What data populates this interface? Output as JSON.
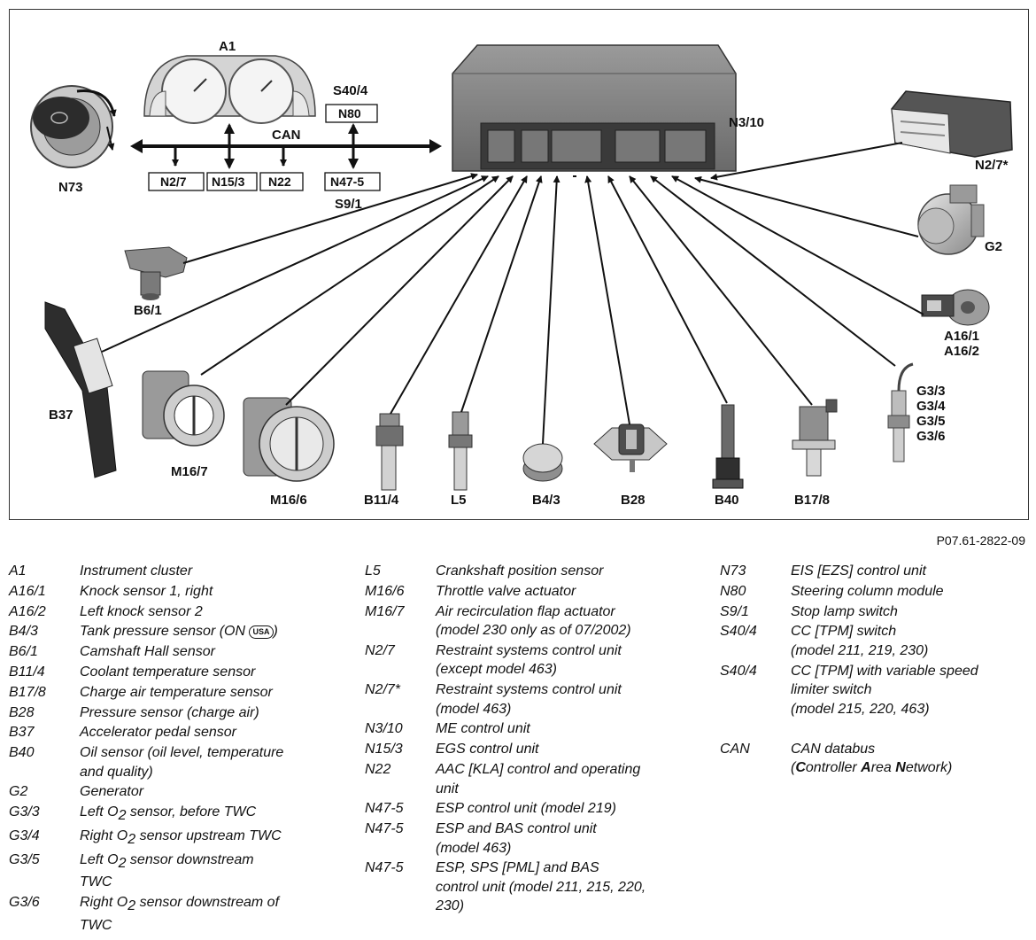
{
  "figure_ref": "P07.61-2822-09",
  "diagram": {
    "can_label": "CAN",
    "labels": {
      "A1": "A1",
      "N73": "N73",
      "S40_4": "S40/4",
      "S9_1": "S9/1",
      "N3_10": "N3/10",
      "N2_7_star": "N2/7*",
      "G2": "G2",
      "B6_1": "B6/1",
      "A16_1": "A16/1",
      "A16_2": "A16/2",
      "B37": "B37",
      "M16_7": "M16/7",
      "M16_6": "M16/6",
      "B11_4": "B11/4",
      "L5": "L5",
      "B4_3": "B4/3",
      "B28": "B28",
      "B40": "B40",
      "B17_8": "B17/8",
      "G3_3": "G3/3",
      "G3_4": "G3/4",
      "G3_5": "G3/5",
      "G3_6": "G3/6"
    },
    "boxes": {
      "N80": "N80",
      "N2_7": "N2/7",
      "N15_3": "N15/3",
      "N22": "N22",
      "N47_5": "N47-5"
    }
  },
  "legend": {
    "usa_badge": "USA",
    "col1": [
      {
        "code": "A1",
        "desc": "Instrument cluster"
      },
      {
        "code": "A16/1",
        "desc": "Knock sensor 1, right"
      },
      {
        "code": "A16/2",
        "desc": "Left knock sensor 2"
      },
      {
        "code": "B4/3",
        "desc_pre": "Tank pressure sensor (ON ",
        "desc_post": ")"
      },
      {
        "code": "B6/1",
        "desc": "Camshaft Hall sensor"
      },
      {
        "code": "B11/4",
        "desc": "Coolant temperature sensor"
      },
      {
        "code": "B17/8",
        "desc": "Charge air temperature sensor"
      },
      {
        "code": "B28",
        "desc": "Pressure sensor (charge air)"
      },
      {
        "code": "B37",
        "desc": "Accelerator pedal sensor"
      },
      {
        "code": "B40",
        "desc": "Oil sensor (oil level, temperature",
        "desc2": "and quality)"
      },
      {
        "code": "G2",
        "desc": "Generator"
      },
      {
        "code": "G3/3",
        "desc_pre": "Left O",
        "sub": "2",
        "desc_post": " sensor, before TWC"
      },
      {
        "code": "G3/4",
        "desc_pre": "Right O",
        "sub": "2",
        "desc_post": " sensor upstream TWC"
      },
      {
        "code": "G3/5",
        "desc_pre": "Left O",
        "sub": "2",
        "desc_post": " sensor downstream",
        "desc2": "TWC"
      },
      {
        "code": "G3/6",
        "desc_pre": "Right O",
        "sub": "2",
        "desc_post": " sensor downstream of",
        "desc2": "TWC"
      }
    ],
    "col2": [
      {
        "code": "L5",
        "desc": "Crankshaft position sensor"
      },
      {
        "code": "M16/6",
        "desc": "Throttle valve actuator"
      },
      {
        "code": "M16/7",
        "desc": "Air recirculation flap actuator",
        "desc2": "(model 230 only as of 07/2002)"
      },
      {
        "code": "N2/7",
        "desc": "Restraint systems control unit",
        "desc2": "(except model 463)"
      },
      {
        "code": "N2/7*",
        "desc": "Restraint systems control unit",
        "desc2": "(model 463)"
      },
      {
        "code": "N3/10",
        "desc": "ME control unit"
      },
      {
        "code": "N15/3",
        "desc": "EGS control unit"
      },
      {
        "code": "N22",
        "desc": "AAC [KLA] control and operating",
        "desc2": "unit"
      },
      {
        "code": "N47-5",
        "desc": "ESP control unit (model 219)"
      },
      {
        "code": "N47-5",
        "desc": "ESP and BAS control unit",
        "desc2": "(model 463)"
      },
      {
        "code": "N47-5",
        "desc": "ESP, SPS [PML] and BAS",
        "desc2": "control unit (model 211, 215, 220,",
        "desc3": "230)"
      }
    ],
    "col3": [
      {
        "code": "N73",
        "desc": "EIS [EZS] control unit"
      },
      {
        "code": "N80",
        "desc": "Steering column module"
      },
      {
        "code": "S9/1",
        "desc": "Stop lamp switch"
      },
      {
        "code": "S40/4",
        "desc": "CC [TPM] switch",
        "desc2": "(model 211, 219, 230)"
      },
      {
        "code": "S40/4",
        "desc": "CC [TPM] with variable speed",
        "desc2": "limiter switch",
        "desc3": "(model 215, 220, 463)"
      },
      {
        "code": "",
        "desc": ""
      },
      {
        "code": "CAN",
        "desc": "CAN databus"
      }
    ],
    "can_expansion": {
      "open": "(",
      "c1": "C",
      "r1": "ontroller ",
      "c2": "A",
      "r2": "rea ",
      "c3": "N",
      "r3": "etwork)"
    }
  }
}
